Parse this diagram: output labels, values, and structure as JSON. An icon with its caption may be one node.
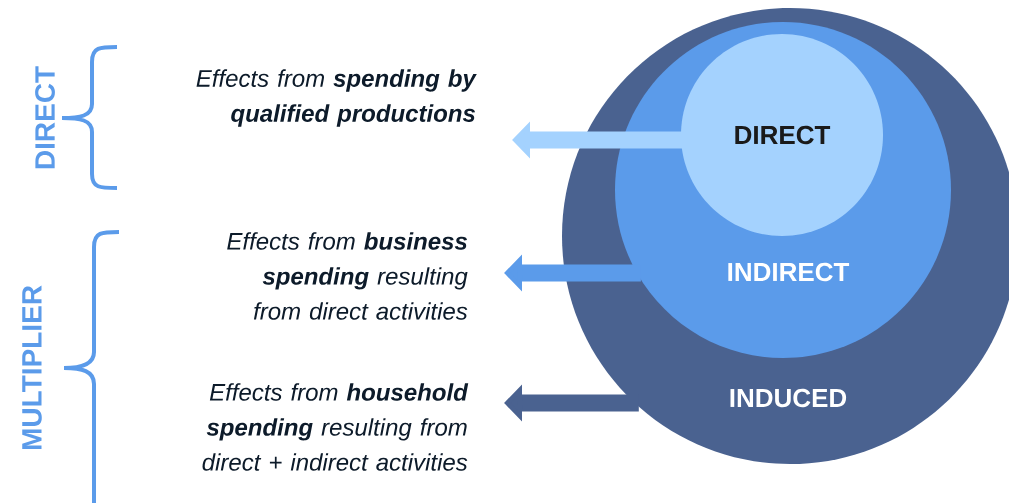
{
  "diagram": {
    "nodes": [
      {
        "text": [
          "INDUCED"
        ]
      },
      {
        "text": [
          "INDIRECT"
        ],
        "in": 0
      },
      {
        "text": [
          "DIRECT"
        ],
        "in": 1
      },
      {
        "text": [
          "Effects from **spending by qualified productions**"
        ]
      },
      {
        "text": [
          "Effects from **business spending** resulting from direct activities"
        ]
      },
      {
        "text": [
          "Effects from **household spending** resulting from direct + indirect activities"
        ]
      }
    ],
    "edges": [
      {
        "from": 2,
        "to": 3,
        "arrow": "to",
        "color": "#a4d2fe"
      },
      {
        "from": 1,
        "to": 4,
        "arrow": "to",
        "color": "#5b9bea"
      },
      {
        "from": 0,
        "to": 5,
        "arrow": "to",
        "color": "#4a6290"
      }
    ],
    "labels": [
      "DIRECT",
      "MULTIPLIER"
    ]
  }
}
